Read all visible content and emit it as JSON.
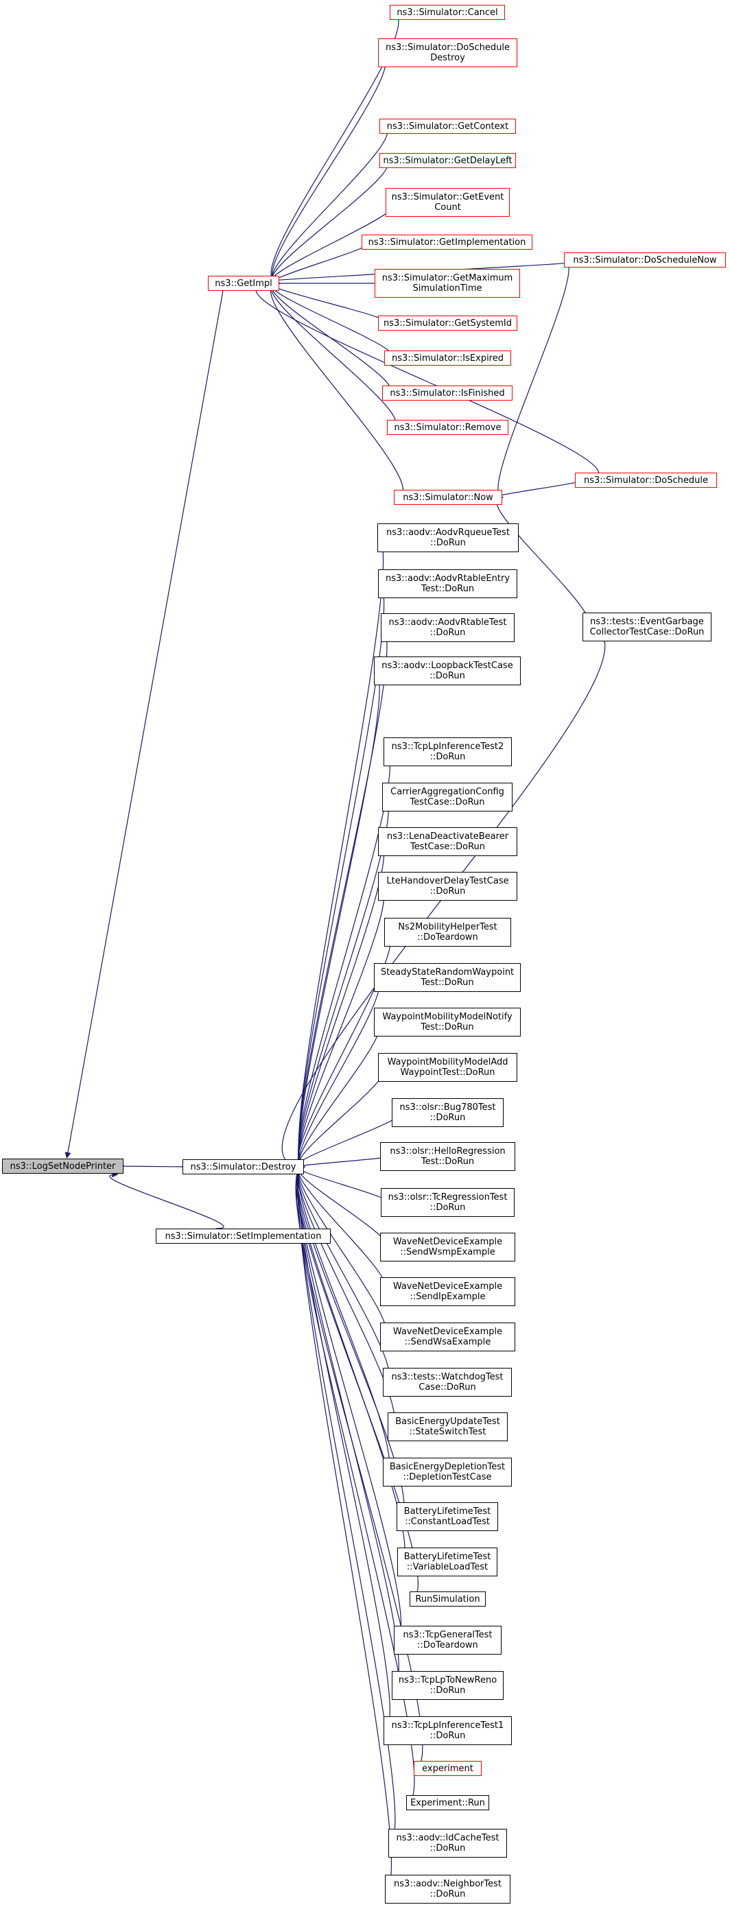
{
  "colors": {
    "edge": "#191970",
    "linked_border": "#ff0000",
    "plain_border": "#000000",
    "root_fill": "#bfbfbf"
  },
  "nodes": {
    "root": "ns3::LogSetNodePrinter",
    "destroy": "ns3::Simulator::Destroy",
    "setimpl": "ns3::Simulator::SetImplementation",
    "getimpl": "ns3::GetImpl",
    "cancel": "ns3::Simulator::Cancel",
    "doscheddestroy": "ns3::Simulator::DoSchedule\nDestroy",
    "getcontext": "ns3::Simulator::GetContext",
    "getdelayleft": "ns3::Simulator::GetDelayLeft",
    "geteventcount": "ns3::Simulator::GetEvent\nCount",
    "getimplementation": "ns3::Simulator::GetImplementation",
    "getmaxsim": "ns3::Simulator::GetMaximum\nSimulationTime",
    "getsystemid": "ns3::Simulator::GetSystemId",
    "isexpired": "ns3::Simulator::IsExpired",
    "isfinished": "ns3::Simulator::IsFinished",
    "remove": "ns3::Simulator::Remove",
    "now": "ns3::Simulator::Now",
    "doschednow": "ns3::Simulator::DoScheduleNow",
    "dosched": "ns3::Simulator::DoSchedule",
    "eventgarbage": "ns3::tests::EventGarbage\nCollectorTestCase::DoRun",
    "aodvrqueue": "ns3::aodv::AodvRqueueTest\n::DoRun",
    "aodvrtableentry": "ns3::aodv::AodvRtableEntry\nTest::DoRun",
    "aodvrtable": "ns3::aodv::AodvRtableTest\n::DoRun",
    "aodvloopback": "ns3::aodv::LoopbackTestCase\n::DoRun",
    "tcplpinf2": "ns3::TcpLpInferenceTest2\n::DoRun",
    "carrieragg": "CarrierAggregationConfig\nTestCase::DoRun",
    "lenadeact": "ns3::LenaDeactivateBearer\nTestCase::DoRun",
    "ltehandover": "LteHandoverDelayTestCase\n::DoRun",
    "ns2mob": "Ns2MobilityHelperTest\n::DoTeardown",
    "steadystate": "SteadyStateRandomWaypoint\nTest::DoRun",
    "wpnotify": "WaypointMobilityModelNotify\nTest::DoRun",
    "wpadd": "WaypointMobilityModelAdd\nWaypointTest::DoRun",
    "olsrbug780": "ns3::olsr::Bug780Test\n::DoRun",
    "olsrhello": "ns3::olsr::HelloRegression\nTest::DoRun",
    "olsrtc": "ns3::olsr::TcRegressionTest\n::DoRun",
    "wavewsmp": "WaveNetDeviceExample\n::SendWsmpExample",
    "waveip": "WaveNetDeviceExample\n::SendIpExample",
    "wavewsa": "WaveNetDeviceExample\n::SendWsaExample",
    "watchdog": "ns3::tests::WatchdogTest\nCase::DoRun",
    "energyupdate": "BasicEnergyUpdateTest\n::StateSwitchTest",
    "energydeplete": "BasicEnergyDepletionTest\n::DepletionTestCase",
    "batconst": "BatteryLifetimeTest\n::ConstantLoadTest",
    "batvar": "BatteryLifetimeTest\n::VariableLoadTest",
    "runsim": "RunSimulation",
    "tcpgeneral": "ns3::TcpGeneralTest\n::DoTeardown",
    "tcplpnewreno": "ns3::TcpLpToNewReno\n::DoRun",
    "tcplpinf1": "ns3::TcpLpInferenceTest1\n::DoRun",
    "experiment": "experiment",
    "exprun": "Experiment::Run",
    "aodvidcache": "ns3::aodv::IdCacheTest\n::DoRun",
    "aodvneighbor": "ns3::aodv::NeighborTest\n::DoRun"
  }
}
